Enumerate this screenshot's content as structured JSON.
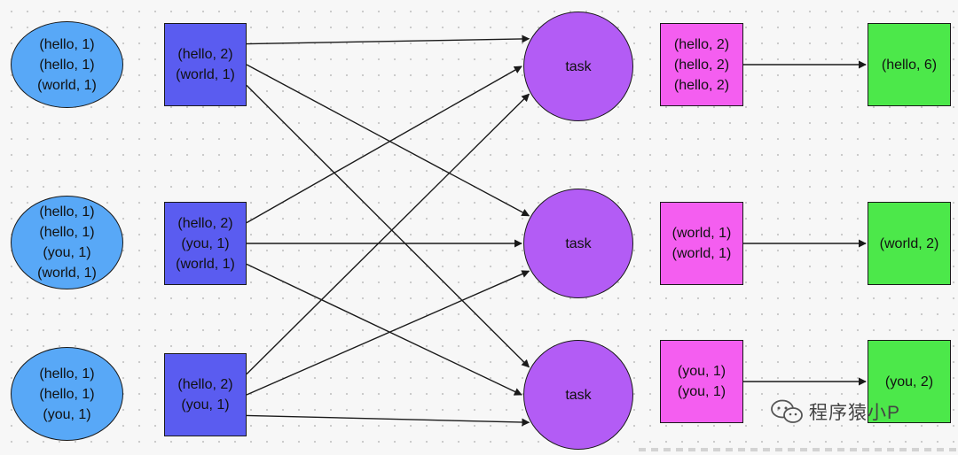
{
  "inputs": [
    {
      "lines": [
        "(hello, 1)",
        "(hello, 1)",
        "(world, 1)"
      ]
    },
    {
      "lines": [
        "(hello, 1)",
        "(hello, 1)",
        "(you, 1)",
        "(world, 1)"
      ]
    },
    {
      "lines": [
        "(hello, 1)",
        "(hello, 1)",
        "(you, 1)"
      ]
    }
  ],
  "mapped": [
    {
      "lines": [
        "(hello, 2)",
        "(world, 1)"
      ]
    },
    {
      "lines": [
        "(hello, 2)",
        "(you, 1)",
        "(world, 1)"
      ]
    },
    {
      "lines": [
        "(hello, 2)",
        "(you, 1)"
      ]
    }
  ],
  "tasks": [
    {
      "label": "task"
    },
    {
      "label": "task"
    },
    {
      "label": "task"
    }
  ],
  "grouped": [
    {
      "lines": [
        "(hello, 2)",
        "(hello, 2)",
        "(hello, 2)"
      ]
    },
    {
      "lines": [
        "(world, 1)",
        "(world, 1)"
      ]
    },
    {
      "lines": [
        "(you, 1)",
        "(you, 1)"
      ]
    }
  ],
  "results": [
    {
      "lines": [
        "(hello, 6)"
      ]
    },
    {
      "lines": [
        "(world, 2)"
      ]
    },
    {
      "lines": [
        "(you, 2)"
      ]
    }
  ],
  "edges": [
    {
      "from": "mapped-0",
      "to": "task-0"
    },
    {
      "from": "mapped-0",
      "to": "task-1"
    },
    {
      "from": "mapped-0",
      "to": "task-2"
    },
    {
      "from": "mapped-1",
      "to": "task-0"
    },
    {
      "from": "mapped-1",
      "to": "task-1"
    },
    {
      "from": "mapped-1",
      "to": "task-2"
    },
    {
      "from": "mapped-2",
      "to": "task-0"
    },
    {
      "from": "mapped-2",
      "to": "task-1"
    },
    {
      "from": "mapped-2",
      "to": "task-2"
    },
    {
      "from": "grouped-0",
      "to": "result-0"
    },
    {
      "from": "grouped-1",
      "to": "result-1"
    },
    {
      "from": "grouped-2",
      "to": "result-2"
    }
  ],
  "watermark": {
    "text": "程序猿小P"
  },
  "colors": {
    "input": "#58a8f7",
    "mapped": "#5a5cf0",
    "task": "#b35cf5",
    "grouped": "#f45ef0",
    "result": "#4ce84a",
    "edge": "#1a1a1a"
  }
}
